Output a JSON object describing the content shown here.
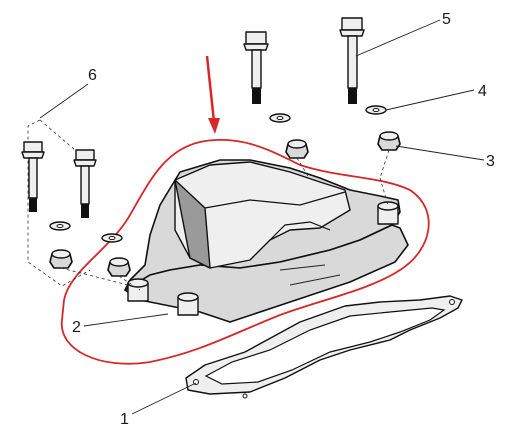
{
  "callouts": [
    {
      "id": "1",
      "label": "1"
    },
    {
      "id": "2",
      "label": "2"
    },
    {
      "id": "3",
      "label": "3"
    },
    {
      "id": "4",
      "label": "4"
    },
    {
      "id": "5",
      "label": "5"
    },
    {
      "id": "6",
      "label": "6"
    }
  ],
  "colors": {
    "highlight": "#d62828",
    "arrow": "#d62828",
    "line": "#111111",
    "part_fill": "#d9d9d9"
  }
}
